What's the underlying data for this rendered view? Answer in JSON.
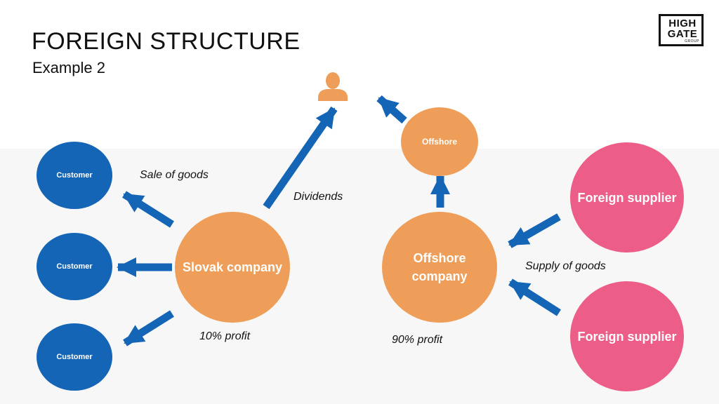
{
  "header": {
    "title": "FOREIGN STRUCTURE",
    "subtitle": "Example 2"
  },
  "logo": {
    "line1": "HIGH",
    "line2": "GATE",
    "line3": "GROUP"
  },
  "nodes": {
    "customer_top": "Customer",
    "customer_mid": "Customer",
    "customer_bottom": "Customer",
    "slovak_company": "Slovak company",
    "offshore_company": "Offshore company",
    "offshore_small": "Offshore",
    "supplier_top": "Foreign supplier",
    "supplier_bottom": "Foreign supplier"
  },
  "labels": {
    "sale_of_goods": "Sale of goods",
    "dividends": "Dividends",
    "supply_of_goods": "Supply of goods",
    "profit_slovak": "10% profit",
    "profit_offshore": "90% profit"
  },
  "colors": {
    "customer": "#1565b6",
    "company": "#ee9e58",
    "supplier": "#ec5d87",
    "arrow": "#1565b6"
  },
  "icons": {
    "owner": "person-icon"
  }
}
